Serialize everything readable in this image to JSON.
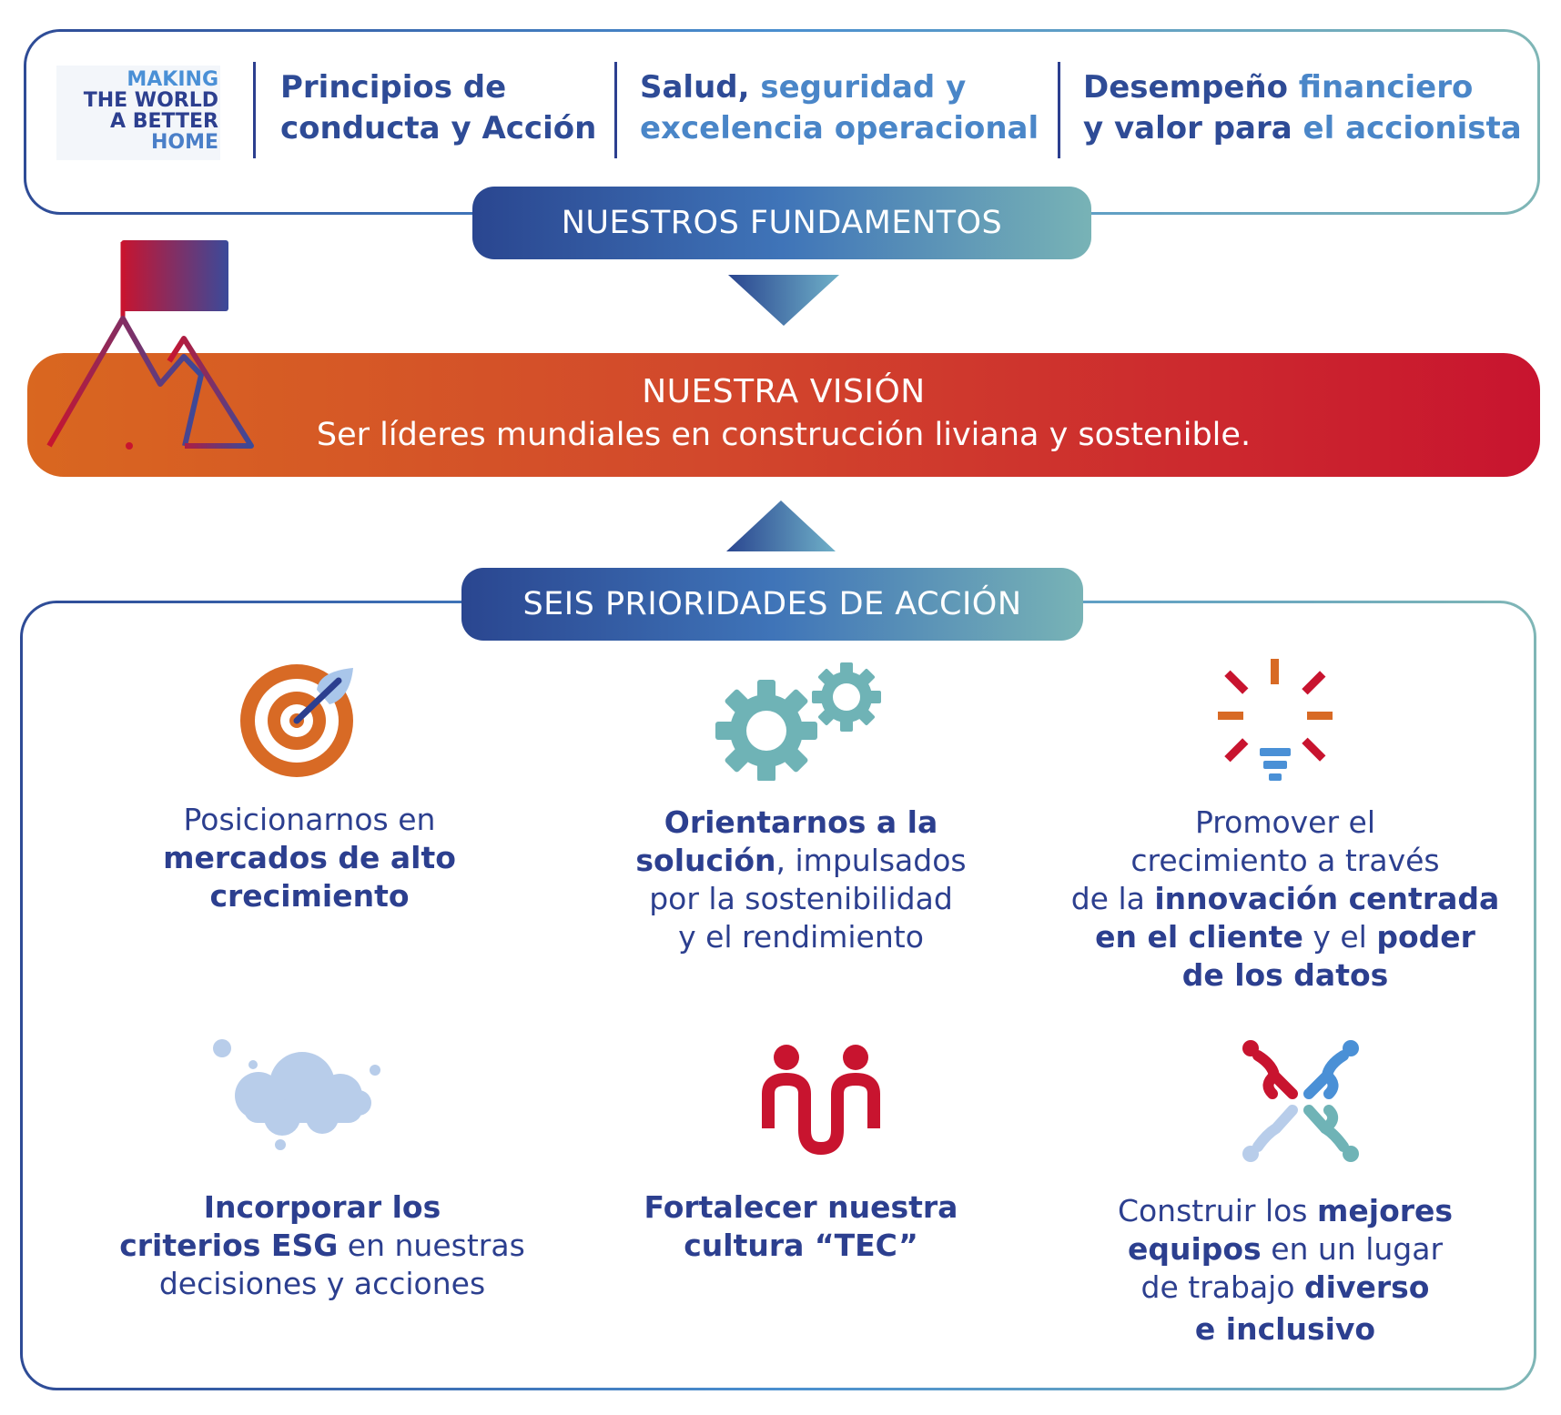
{
  "logo": {
    "lines": [
      "MAKING",
      "THE WORLD",
      "A BETTER",
      "HOME"
    ]
  },
  "fundamentos": {
    "pillars": [
      {
        "line1": "Principios de",
        "line2": "conducta y Acción"
      },
      {
        "line1a": "Salud,",
        "line1b": " seguridad y",
        "line2": "excelencia operacional"
      },
      {
        "line1a": "Desempeño",
        "line1b": " financiero",
        "line2a": "y valor para",
        "line2b": " el accionista"
      }
    ],
    "label": "NUESTROS FUNDAMENTOS"
  },
  "vision": {
    "title": "NUESTRA VISIÓN",
    "text": "Ser líderes mundiales en construcción liviana y sostenible."
  },
  "prioridades": {
    "label": "SEIS PRIORIDADES DE ACCIÓN",
    "items": [
      {
        "icon": "target-icon",
        "a": "Posicionarnos en",
        "b": "mercados de alto",
        "c": "crecimiento"
      },
      {
        "icon": "gears-icon",
        "a": "Orientarnos a la",
        "b": "solución",
        "c": ", impulsados",
        "d": "por la sostenibilidad",
        "e": "y el rendimiento"
      },
      {
        "icon": "lightbulb-icon",
        "a": "Promover el",
        "b": "crecimiento a través",
        "c": "de la ",
        "d": "innovación centrada",
        "e": "en el cliente",
        "f": " y el ",
        "g": "poder",
        "h": "de los datos"
      },
      {
        "icon": "cloud-icon",
        "a": "Incorporar los",
        "b": "criterios ESG",
        "c": " en nuestras",
        "d": "decisiones y acciones"
      },
      {
        "icon": "people-icon",
        "a": "Fortalecer nuestra",
        "b": "cultura “TEC”"
      },
      {
        "icon": "link-icon",
        "a": "Construir los ",
        "b": "mejores",
        "c": "equipos",
        "d": " en un lugar",
        "e": "de trabajo ",
        "f": "diverso",
        "g": "e inclusivo"
      }
    ]
  },
  "colors": {
    "navy": "#2c3f8f",
    "blue": "#4a86c8",
    "teal": "#78b3b6",
    "orange": "#d96720",
    "red": "#c8142f"
  }
}
